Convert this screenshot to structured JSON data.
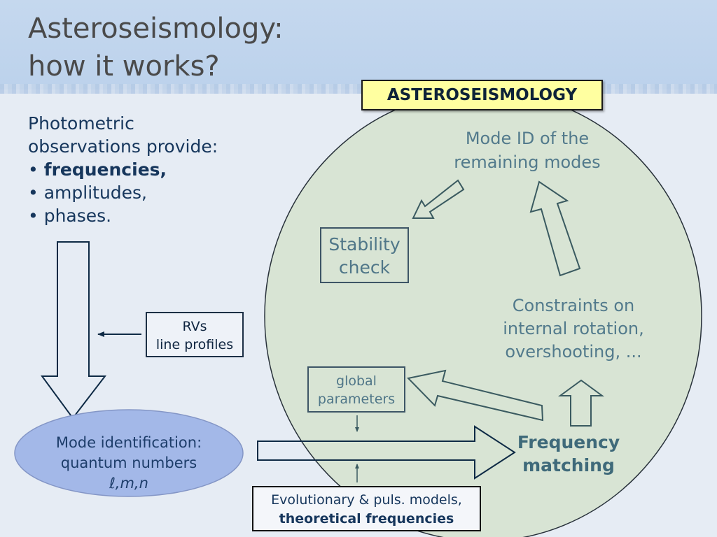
{
  "title": {
    "line1": "Asteroseismology:",
    "line2": "how it works?"
  },
  "badge": "ASTEROSEISMOLOGY",
  "observations": {
    "intro1": "Photometric",
    "intro2": "observations provide:",
    "bullet": "•",
    "items": [
      "frequencies,",
      "amplitudes,",
      "phases."
    ]
  },
  "rvs_box": {
    "line1": "RVs",
    "line2": "line profiles"
  },
  "mode_identification": {
    "line1": "Mode identification:",
    "line2_prefix": "quantum numbers ",
    "line2_symbols": "ℓ,m,n"
  },
  "mode_id_remaining": {
    "line1": "Mode ID of the",
    "line2": "remaining modes"
  },
  "stability_box": {
    "line1": "Stability",
    "line2": "check"
  },
  "constraints": {
    "line1": "Constraints on",
    "line2": "internal rotation,",
    "line3": "overshooting, ..."
  },
  "global_box": {
    "line1": "global",
    "line2": "parameters"
  },
  "frequency_matching": {
    "line1": "Frequency",
    "line2": "matching"
  },
  "models_box": {
    "line1": "Evolutionary & puls. models,",
    "line2": "theoretical frequencies"
  },
  "colors": {
    "circle_fill": "#d6e3d0",
    "circle_stroke": "#28313a",
    "ellipse_fill": "#a3b8e8",
    "ellipse_stroke": "#8496c6",
    "badge_fill": "#ffffa0",
    "arrow_stroke": "#3a5a60",
    "dark_arrow_stroke": "#0e2a45"
  }
}
